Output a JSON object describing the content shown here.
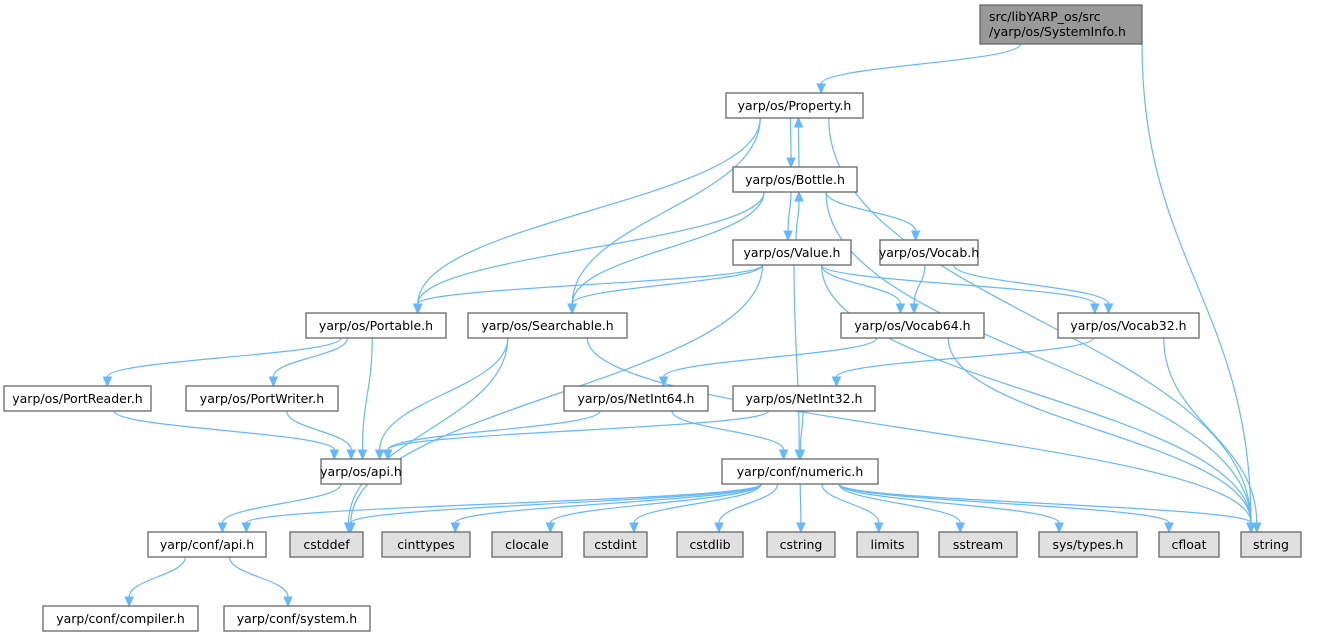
{
  "title": "Include dependency graph for SystemInfo.h",
  "colors": {
    "root_fill": "#999999",
    "node_fill": "#ffffff",
    "system_fill": "#e0e0e0",
    "edge": "#63b8ff"
  },
  "nodes": [
    {
      "label": [
        "src/libYARP_os/src",
        "/yarp/os/SystemInfo.h"
      ],
      "kind": "root"
    },
    {
      "label": [
        "yarp/os/Property.h"
      ],
      "kind": "file"
    },
    {
      "label": [
        "yarp/os/Bottle.h"
      ],
      "kind": "file"
    },
    {
      "label": [
        "yarp/os/Value.h"
      ],
      "kind": "file"
    },
    {
      "label": [
        "yarp/os/Vocab.h"
      ],
      "kind": "file"
    },
    {
      "label": [
        "yarp/os/Portable.h"
      ],
      "kind": "file"
    },
    {
      "label": [
        "yarp/os/Searchable.h"
      ],
      "kind": "file"
    },
    {
      "label": [
        "yarp/os/Vocab64.h"
      ],
      "kind": "file"
    },
    {
      "label": [
        "yarp/os/Vocab32.h"
      ],
      "kind": "file"
    },
    {
      "label": [
        "yarp/os/PortReader.h"
      ],
      "kind": "file"
    },
    {
      "label": [
        "yarp/os/PortWriter.h"
      ],
      "kind": "file"
    },
    {
      "label": [
        "yarp/os/NetInt64.h"
      ],
      "kind": "file"
    },
    {
      "label": [
        "yarp/os/NetInt32.h"
      ],
      "kind": "file"
    },
    {
      "label": [
        "yarp/os/api.h"
      ],
      "kind": "file"
    },
    {
      "label": [
        "yarp/conf/numeric.h"
      ],
      "kind": "file"
    },
    {
      "label": [
        "yarp/conf/api.h"
      ],
      "kind": "file"
    },
    {
      "label": [
        "cstddef"
      ],
      "kind": "system"
    },
    {
      "label": [
        "cinttypes"
      ],
      "kind": "system"
    },
    {
      "label": [
        "clocale"
      ],
      "kind": "system"
    },
    {
      "label": [
        "cstdint"
      ],
      "kind": "system"
    },
    {
      "label": [
        "cstdlib"
      ],
      "kind": "system"
    },
    {
      "label": [
        "cstring"
      ],
      "kind": "system"
    },
    {
      "label": [
        "limits"
      ],
      "kind": "system"
    },
    {
      "label": [
        "sstream"
      ],
      "kind": "system"
    },
    {
      "label": [
        "sys/types.h"
      ],
      "kind": "system"
    },
    {
      "label": [
        "cfloat"
      ],
      "kind": "system"
    },
    {
      "label": [
        "string"
      ],
      "kind": "system"
    },
    {
      "label": [
        "yarp/conf/compiler.h"
      ],
      "kind": "file"
    },
    {
      "label": [
        "yarp/conf/system.h"
      ],
      "kind": "file"
    }
  ],
  "edges": [
    [
      0,
      1
    ],
    [
      0,
      26
    ],
    [
      1,
      2
    ],
    [
      1,
      5
    ],
    [
      1,
      6
    ],
    [
      1,
      26
    ],
    [
      2,
      1
    ],
    [
      2,
      3
    ],
    [
      2,
      4
    ],
    [
      2,
      5
    ],
    [
      2,
      6
    ],
    [
      2,
      26
    ],
    [
      3,
      2
    ],
    [
      3,
      5
    ],
    [
      3,
      6
    ],
    [
      3,
      7
    ],
    [
      3,
      8
    ],
    [
      3,
      14
    ],
    [
      3,
      16
    ],
    [
      3,
      26
    ],
    [
      4,
      7
    ],
    [
      4,
      8
    ],
    [
      5,
      9
    ],
    [
      5,
      10
    ],
    [
      5,
      13
    ],
    [
      6,
      13
    ],
    [
      6,
      16
    ],
    [
      6,
      26
    ],
    [
      7,
      11
    ],
    [
      7,
      26
    ],
    [
      8,
      12
    ],
    [
      8,
      26
    ],
    [
      9,
      13
    ],
    [
      10,
      13
    ],
    [
      11,
      13
    ],
    [
      11,
      14
    ],
    [
      12,
      13
    ],
    [
      12,
      14
    ],
    [
      13,
      15
    ],
    [
      14,
      15
    ],
    [
      14,
      16
    ],
    [
      14,
      17
    ],
    [
      14,
      18
    ],
    [
      14,
      19
    ],
    [
      14,
      20
    ],
    [
      14,
      21
    ],
    [
      14,
      22
    ],
    [
      14,
      23
    ],
    [
      14,
      24
    ],
    [
      14,
      25
    ],
    [
      14,
      26
    ],
    [
      15,
      27
    ],
    [
      15,
      28
    ]
  ]
}
